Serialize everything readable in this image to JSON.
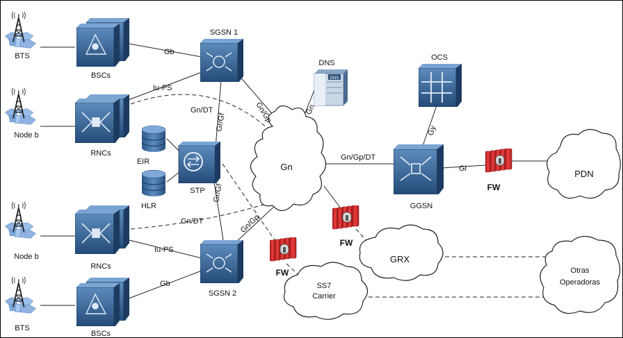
{
  "labels": {
    "bts_top": "BTS",
    "bscs_top": "BSCs",
    "node_b_top": "Node b",
    "rncs_top": "RNCs",
    "node_b_bottom": "Node b",
    "rncs_bottom": "RNCs",
    "bts_bottom": "BTS",
    "bscs_bottom": "BSCs",
    "sgsn1": "SGSN 1",
    "sgsn2": "SGSN 2",
    "dns": "DNS",
    "dns_box_text": "DNS",
    "eir": "EIR",
    "hlr": "HLR",
    "stp": "STP",
    "ocs": "OCS",
    "ggsn": "GGSN",
    "gn_cloud": "Gn",
    "pdn": "PDN",
    "grx": "GRX",
    "ss7_line1": "SS7",
    "ss7_line2": "Carrier",
    "otras_line1": "Otras",
    "otras_line2": "Operadoras",
    "fw_ggsn": "FW",
    "fw_center": "FW",
    "fw_ss7": "FW"
  },
  "links": {
    "gb_top": "Gb",
    "iups_top": "Iu-PS",
    "gn_dt_top": "Gn/DT",
    "gr_gf_top": "Gr/Gf",
    "gn_gp_sgsn1": "Gn/Gp",
    "gn_dns": "Gn",
    "gn_gp_dt_ggsn": "Gn/Gp/DT",
    "gy": "Gy",
    "gi": "Gi",
    "gr_gf_bottom": "Gr/Gf",
    "gn_dt_bottom": "Gn/DT",
    "gn_gp_sgsn2": "Gn/Gp",
    "iups_bottom": "Iu-PS",
    "gb_bottom": "Gb"
  },
  "colors": {
    "node_blue": "#3d6a99",
    "node_dark": "#1f3f63",
    "firewall_red": "#d42b2b",
    "tower_blue": "#8fb4e3"
  }
}
